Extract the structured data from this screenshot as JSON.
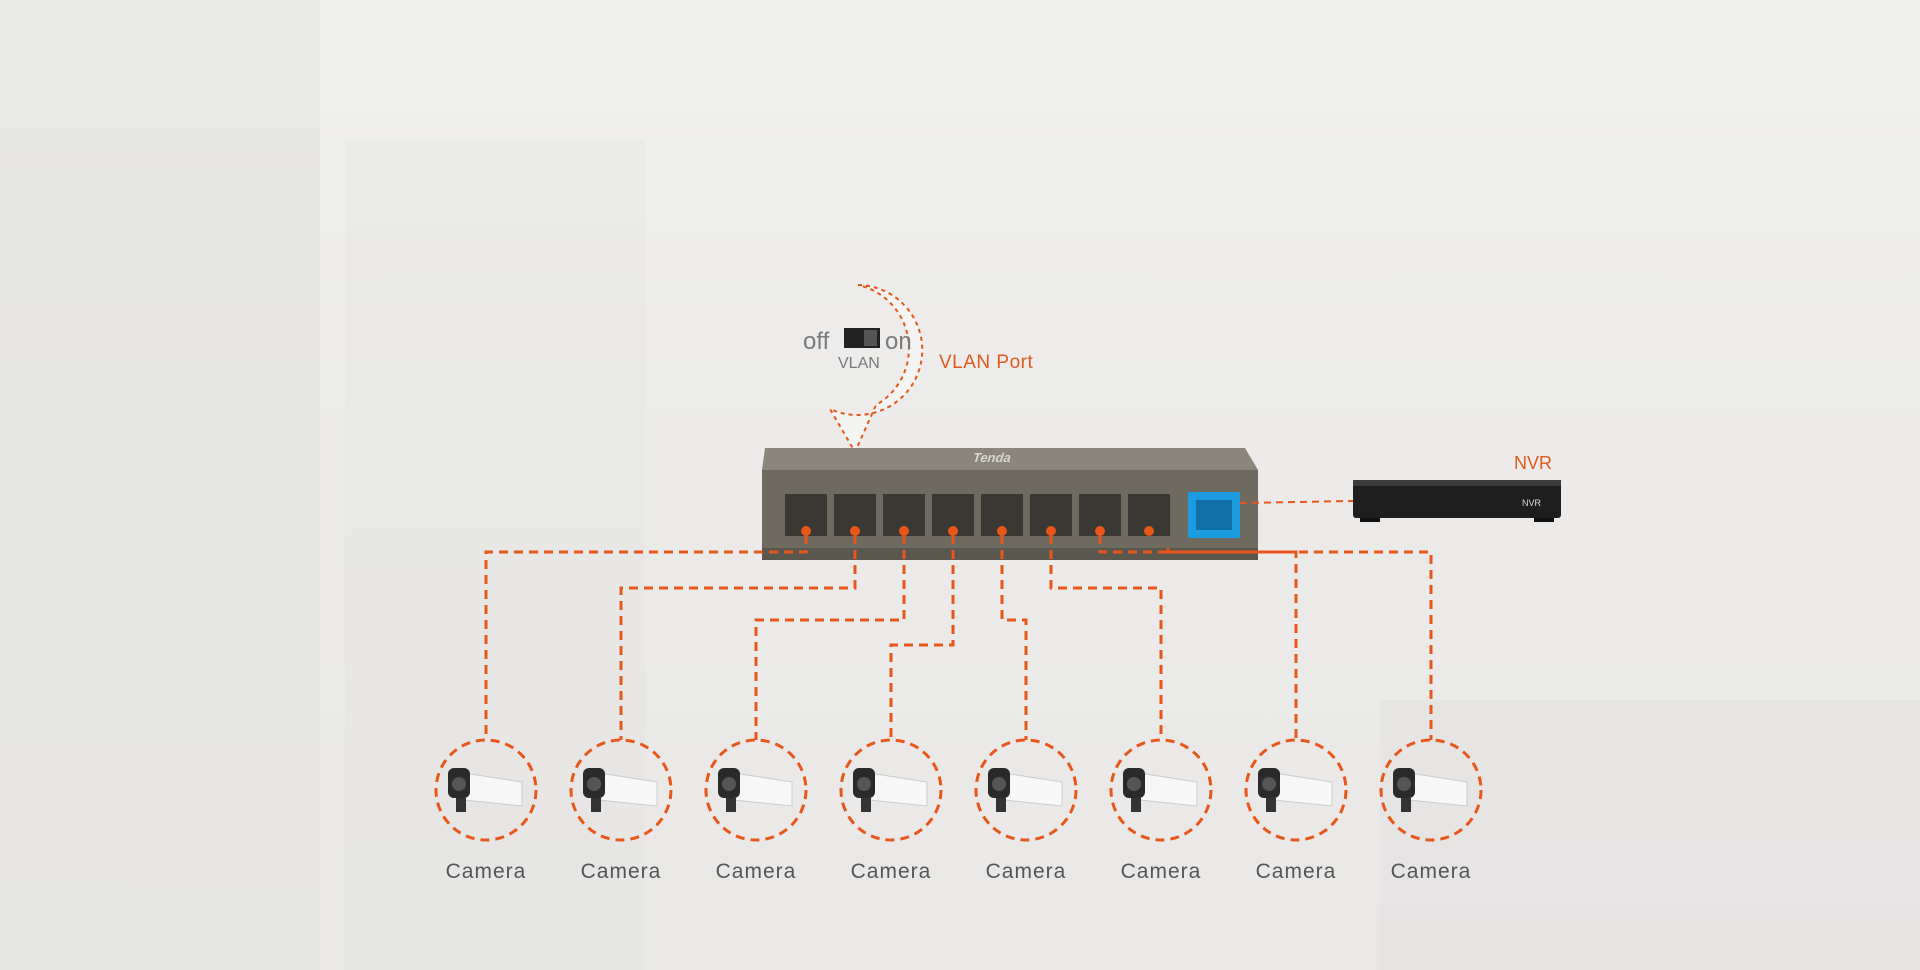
{
  "diagram": {
    "bubble": {
      "off_label": "off",
      "on_label": "on",
      "switch_label": "VLAN"
    },
    "vlan_port_label": "VLAN Port",
    "nvr_label": "NVR",
    "nvr_device_text": "NVR",
    "switch_brand": "Tenda",
    "camera_label": "Camera",
    "cameras": [
      "Camera",
      "Camera",
      "Camera",
      "Camera",
      "Camera",
      "Camera",
      "Camera",
      "Camera"
    ],
    "link_color": "#e8561a",
    "uplink_port_color": "#1d9be0",
    "switch_body_color": "#6e6a60"
  }
}
